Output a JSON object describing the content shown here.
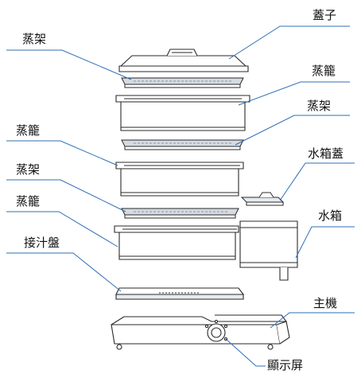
{
  "labels": {
    "lid": "蓋子",
    "steam_rack_top": "蒸架",
    "steamer_basket_top": "蒸籠",
    "steam_rack_middle": "蒸架",
    "steamer_basket_middle": "蒸籠",
    "water_tank_lid": "水箱蓋",
    "steam_rack_bottom": "蒸架",
    "water_tank": "水箱",
    "steamer_basket_bottom": "蒸籠",
    "drip_tray": "接汁盤",
    "main_unit": "主機",
    "display_screen": "顯示屏"
  },
  "colors": {
    "line": "#2a2a2a",
    "leader": "#2f6fb5",
    "rack_fill": "#d4dbe3",
    "body_fill": "#ffffff"
  }
}
